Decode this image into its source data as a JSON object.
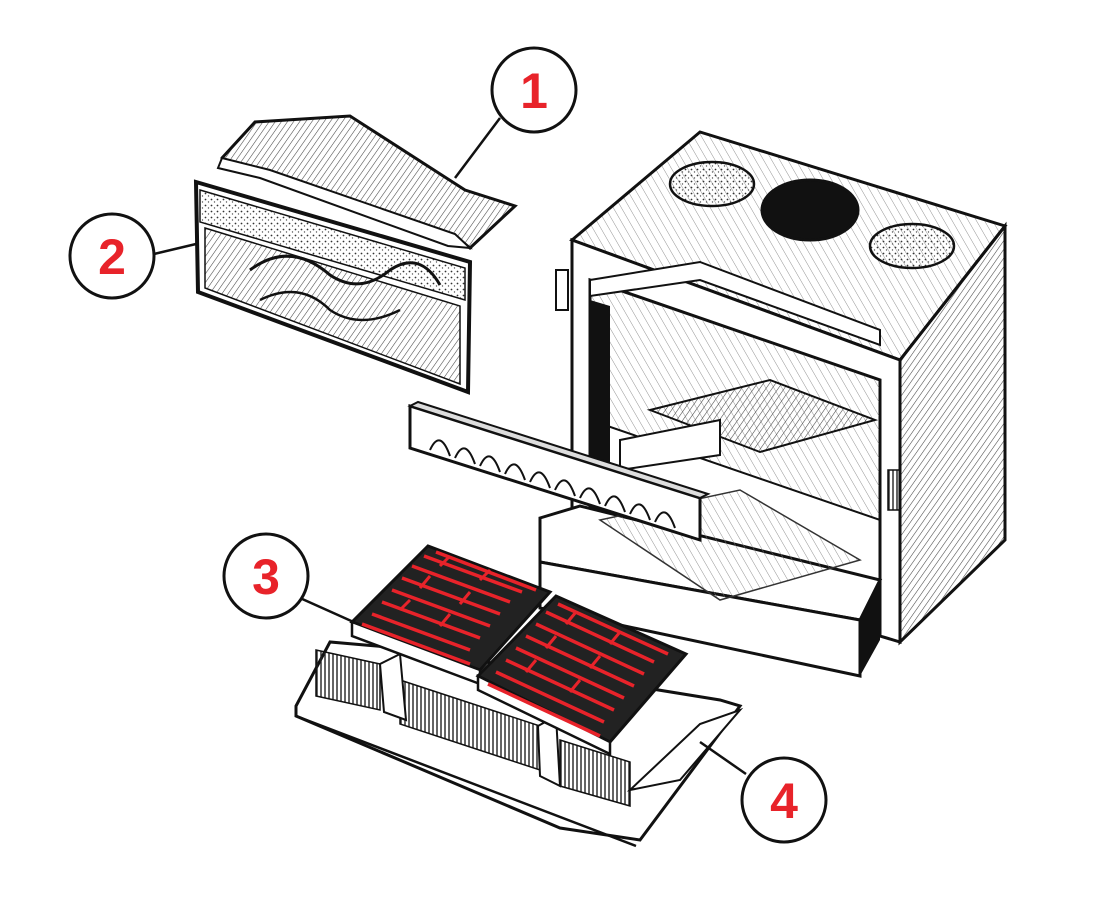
{
  "diagram": {
    "callouts": [
      {
        "id": "1",
        "label": "1",
        "part": "baffle-plate"
      },
      {
        "id": "2",
        "label": "2",
        "part": "glass-door-panel"
      },
      {
        "id": "3",
        "label": "3",
        "part": "grate-pair"
      },
      {
        "id": "4",
        "label": "4",
        "part": "ash-pan-base"
      }
    ],
    "colors": {
      "callout_text": "#e8232a",
      "grate_highlight": "#e8232a",
      "line": "#111111",
      "hatch": "#555555",
      "background": "#ffffff"
    }
  }
}
